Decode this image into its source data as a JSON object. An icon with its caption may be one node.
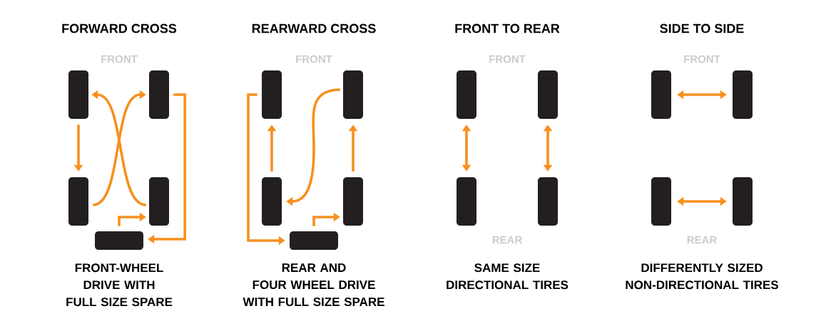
{
  "diagram": {
    "nodes": [
      {
        "text": [],
        "shape": "box"
      },
      {
        "text": [],
        "shape": "box"
      },
      {
        "text": [],
        "shape": "box"
      },
      {
        "text": [],
        "shape": "box"
      },
      {
        "text": [],
        "shape": "box"
      },
      {
        "text": [],
        "shape": "box"
      },
      {
        "text": [],
        "shape": "box"
      },
      {
        "text": [],
        "shape": "box"
      },
      {
        "text": [],
        "shape": "box"
      },
      {
        "text": [],
        "shape": "box"
      },
      {
        "text": [],
        "shape": "box"
      },
      {
        "text": [],
        "shape": "box"
      },
      {
        "text": [],
        "shape": "box"
      },
      {
        "text": [],
        "shape": "box"
      },
      {
        "text": [],
        "shape": "box"
      },
      {
        "text": [],
        "shape": "box"
      },
      {
        "text": [],
        "shape": "box"
      },
      {
        "text": [],
        "shape": "box"
      }
    ],
    "edges": [
      {
        "from": 0,
        "to": 2,
        "arrow": "to"
      },
      {
        "from": 2,
        "to": 1,
        "arrow": "to"
      },
      {
        "from": 3,
        "to": 0,
        "arrow": "to"
      },
      {
        "from": 4,
        "to": 3,
        "arrow": "to"
      },
      {
        "from": 1,
        "to": 4,
        "arrow": "to"
      },
      {
        "from": 7,
        "to": 5,
        "arrow": "to"
      },
      {
        "from": 8,
        "to": 6,
        "arrow": "to"
      },
      {
        "from": 6,
        "to": 7,
        "arrow": "to"
      },
      {
        "from": 5,
        "to": 9,
        "arrow": "to"
      },
      {
        "from": 9,
        "to": 8,
        "arrow": "to"
      },
      {
        "from": 10,
        "to": 12,
        "arrow": "both"
      },
      {
        "from": 11,
        "to": 13,
        "arrow": "both"
      },
      {
        "from": 14,
        "to": 15,
        "arrow": "both"
      },
      {
        "from": 16,
        "to": 17,
        "arrow": "both"
      }
    ],
    "labels": [
      "FORWARD CROSS",
      "REARWARD CROSS",
      "FRONT TO REAR",
      "SIDE TO SIDE",
      "FRONT",
      "FRONT",
      "FRONT",
      "FRONT",
      "REAR",
      "REAR",
      "FRONT-WHEEL DRIVE WITH FULL SIZE SPARE",
      "REAR AND FOUR WHEEL DRIVE WITH FULL SIZE SPARE",
      "SAME SIZE DIRECTIONAL TIRES",
      "DIFFERENTLY SIZED NON-DIRECTIONAL TIRES"
    ]
  }
}
